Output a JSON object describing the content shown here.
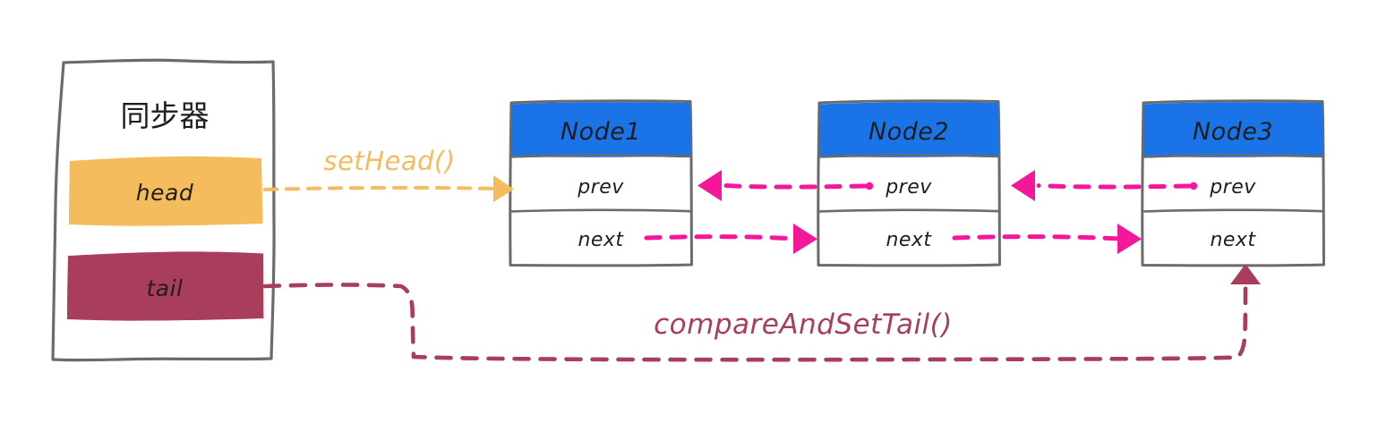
{
  "diagram": {
    "title": "AQS synchronizer queue diagram",
    "colors": {
      "stroke": "#6b6b6b",
      "node_header": "#1b73e8",
      "head_band": "#f4bc5c",
      "tail_band": "#a93e5c",
      "pink_arrow": "#f5179a",
      "text": "#1e1e1e"
    },
    "synchronizer": {
      "label": "同步器",
      "fields": [
        {
          "name": "head",
          "label": "head",
          "color": "#f4bc5c"
        },
        {
          "name": "tail",
          "label": "tail",
          "color": "#a93e5c"
        }
      ]
    },
    "nodes": [
      {
        "title": "Node1",
        "prev_label": "prev",
        "next_label": "next"
      },
      {
        "title": "Node2",
        "prev_label": "prev",
        "next_label": "next"
      },
      {
        "title": "Node3",
        "prev_label": "prev",
        "next_label": "next"
      }
    ],
    "edges": [
      {
        "name": "set-head-edge",
        "label": "setHead()",
        "color": "#f4bc5c",
        "from": "head",
        "to": "Node1"
      },
      {
        "name": "compare-and-set-tail-edge",
        "label": "compareAndSetTail()",
        "color": "#a93e5c",
        "from": "tail",
        "to": "Node3"
      },
      {
        "name": "node2-prev-to-node1",
        "label": "",
        "color": "#f5179a",
        "from": "Node2.prev",
        "to": "Node1"
      },
      {
        "name": "node3-prev-to-node2",
        "label": "",
        "color": "#f5179a",
        "from": "Node3.prev",
        "to": "Node2"
      },
      {
        "name": "node1-next-to-node2",
        "label": "",
        "color": "#f5179a",
        "from": "Node1.next",
        "to": "Node2"
      },
      {
        "name": "node2-next-to-node3",
        "label": "",
        "color": "#f5179a",
        "from": "Node2.next",
        "to": "Node3"
      }
    ]
  }
}
